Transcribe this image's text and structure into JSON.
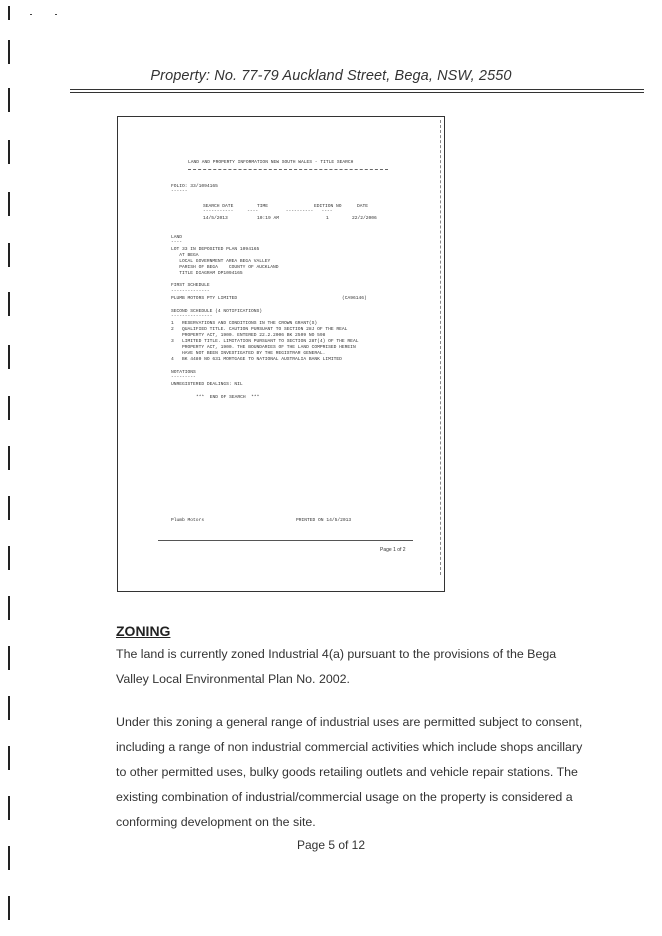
{
  "header": {
    "title": "Property:  No. 77-79 Auckland Street, Bega, NSW, 2550"
  },
  "title_search": {
    "heading": "LAND AND PROPERTY INFORMATION NEW SOUTH WALES - TITLE SEARCH",
    "folio_line": "FOLIO: 33/1094165",
    "table_head": {
      "search_date": "SEARCH DATE",
      "time": "TIME",
      "edition_no": "EDITION NO",
      "date": "DATE"
    },
    "table_row": {
      "search_date": "14/5/2013",
      "time": "10:19 AM",
      "edition_no": "1",
      "date": "22/2/2006"
    },
    "land_heading": "LAND",
    "land_lines": [
      "LOT 33 IN DEPOSITED PLAN 1094165",
      "   AT BEGA",
      "   LOCAL GOVERNMENT AREA BEGA VALLEY",
      "   PARISH OF BEGA    COUNTY OF AUCKLAND",
      "   TITLE DIAGRAM DP1094165"
    ],
    "first_schedule_heading": "FIRST SCHEDULE",
    "owner": "PLUMB MOTORS PTY LIMITED",
    "owner_ref": "(CA96146)",
    "second_schedule_heading": "SECOND SCHEDULE (4 NOTIFICATIONS)",
    "second_schedule_lines": [
      "1   RESERVATIONS AND CONDITIONS IN THE CROWN GRANT(S)",
      "2   QUALIFIED TITLE. CAUTION PURSUANT TO SECTION 28J OF THE REAL",
      "    PROPERTY ACT, 1900. ENTERED 22.2.2006 BK 2509 NO 598",
      "3   LIMITED TITLE. LIMITATION PURSUANT TO SECTION 28T(4) OF THE REAL",
      "    PROPERTY ACT, 1900. THE BOUNDARIES OF THE LAND COMPRISED HEREIN",
      "    HAVE NOT BEEN INVESTIGATED BY THE REGISTRAR GENERAL.",
      "4   BK 4480 NO 631 MORTGAGE TO NATIONAL AUSTRALIA BANK LIMITED"
    ],
    "notations_heading": "NOTATIONS",
    "unregistered": "UNREGISTERED DEALINGS: NIL",
    "end": "***  END OF SEARCH  ***",
    "footer_left": "Plumb Motors",
    "footer_right": "PRINTED ON 14/5/2013",
    "page_of": "Page 1 of 2"
  },
  "zoning": {
    "heading": "ZONING",
    "para1": "The land is currently zoned Industrial 4(a) pursuant to the provisions of the Bega Valley Local Environmental Plan No. 2002.",
    "para2": "Under this zoning a general range of industrial uses are permitted subject to consent, including a range of non industrial commercial activities which include shops ancillary to other permitted uses, bulky goods retailing outlets and vehicle repair stations.  The existing combination of industrial/commercial usage on the property is considered a conforming development on the site."
  },
  "page_footer": "Page 5 of 12"
}
